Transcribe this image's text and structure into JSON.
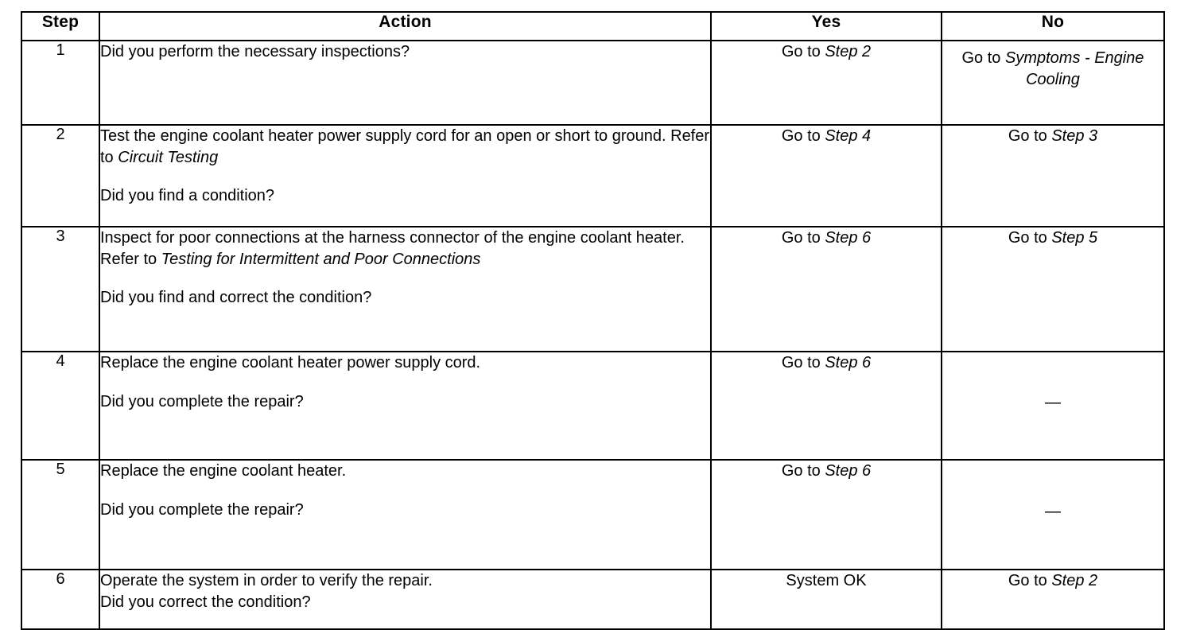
{
  "table": {
    "headers": {
      "step": "Step",
      "action": "Action",
      "yes": "Yes",
      "no": "No"
    },
    "rows": [
      {
        "step": "1",
        "action_lead": "Did you perform the necessary inspections?",
        "action_lead_italic": "",
        "action_question": "",
        "yes_prefix": "Go to ",
        "yes_italic": "Step 2",
        "no_prefix": "Go to ",
        "no_italic": "Symptoms - Engine Cooling"
      },
      {
        "step": "2",
        "action_lead": "Test the engine coolant heater power supply cord for an open or short to ground. Refer to ",
        "action_lead_italic": "Circuit Testing",
        "action_question": "Did you find a condition?",
        "yes_prefix": "Go to ",
        "yes_italic": "Step 4",
        "no_prefix": "Go to ",
        "no_italic": "Step 3"
      },
      {
        "step": "3",
        "action_lead": "Inspect for poor connections at the harness connector of the engine coolant heater. Refer to ",
        "action_lead_italic": "Testing for Intermittent and Poor Connections",
        "action_question": "Did you find and correct the condition?",
        "yes_prefix": "Go to ",
        "yes_italic": "Step 6",
        "no_prefix": "Go to ",
        "no_italic": "Step 5"
      },
      {
        "step": "4",
        "action_lead": "Replace the engine coolant heater power supply cord.",
        "action_lead_italic": "",
        "action_question": "Did you complete the repair?",
        "yes_prefix": "Go to ",
        "yes_italic": "Step 6",
        "no_prefix": "—",
        "no_italic": ""
      },
      {
        "step": "5",
        "action_lead": "Replace the engine coolant heater.",
        "action_lead_italic": "",
        "action_question": "Did you complete the repair?",
        "yes_prefix": "Go to ",
        "yes_italic": "Step 6",
        "no_prefix": "—",
        "no_italic": ""
      },
      {
        "step": "6",
        "action_lead": "Operate the system in order to verify the repair.",
        "action_lead_italic": "",
        "action_question": "Did you correct the condition?",
        "yes_prefix": "System OK",
        "yes_italic": "",
        "no_prefix": "Go to ",
        "no_italic": "Step 2"
      }
    ]
  }
}
